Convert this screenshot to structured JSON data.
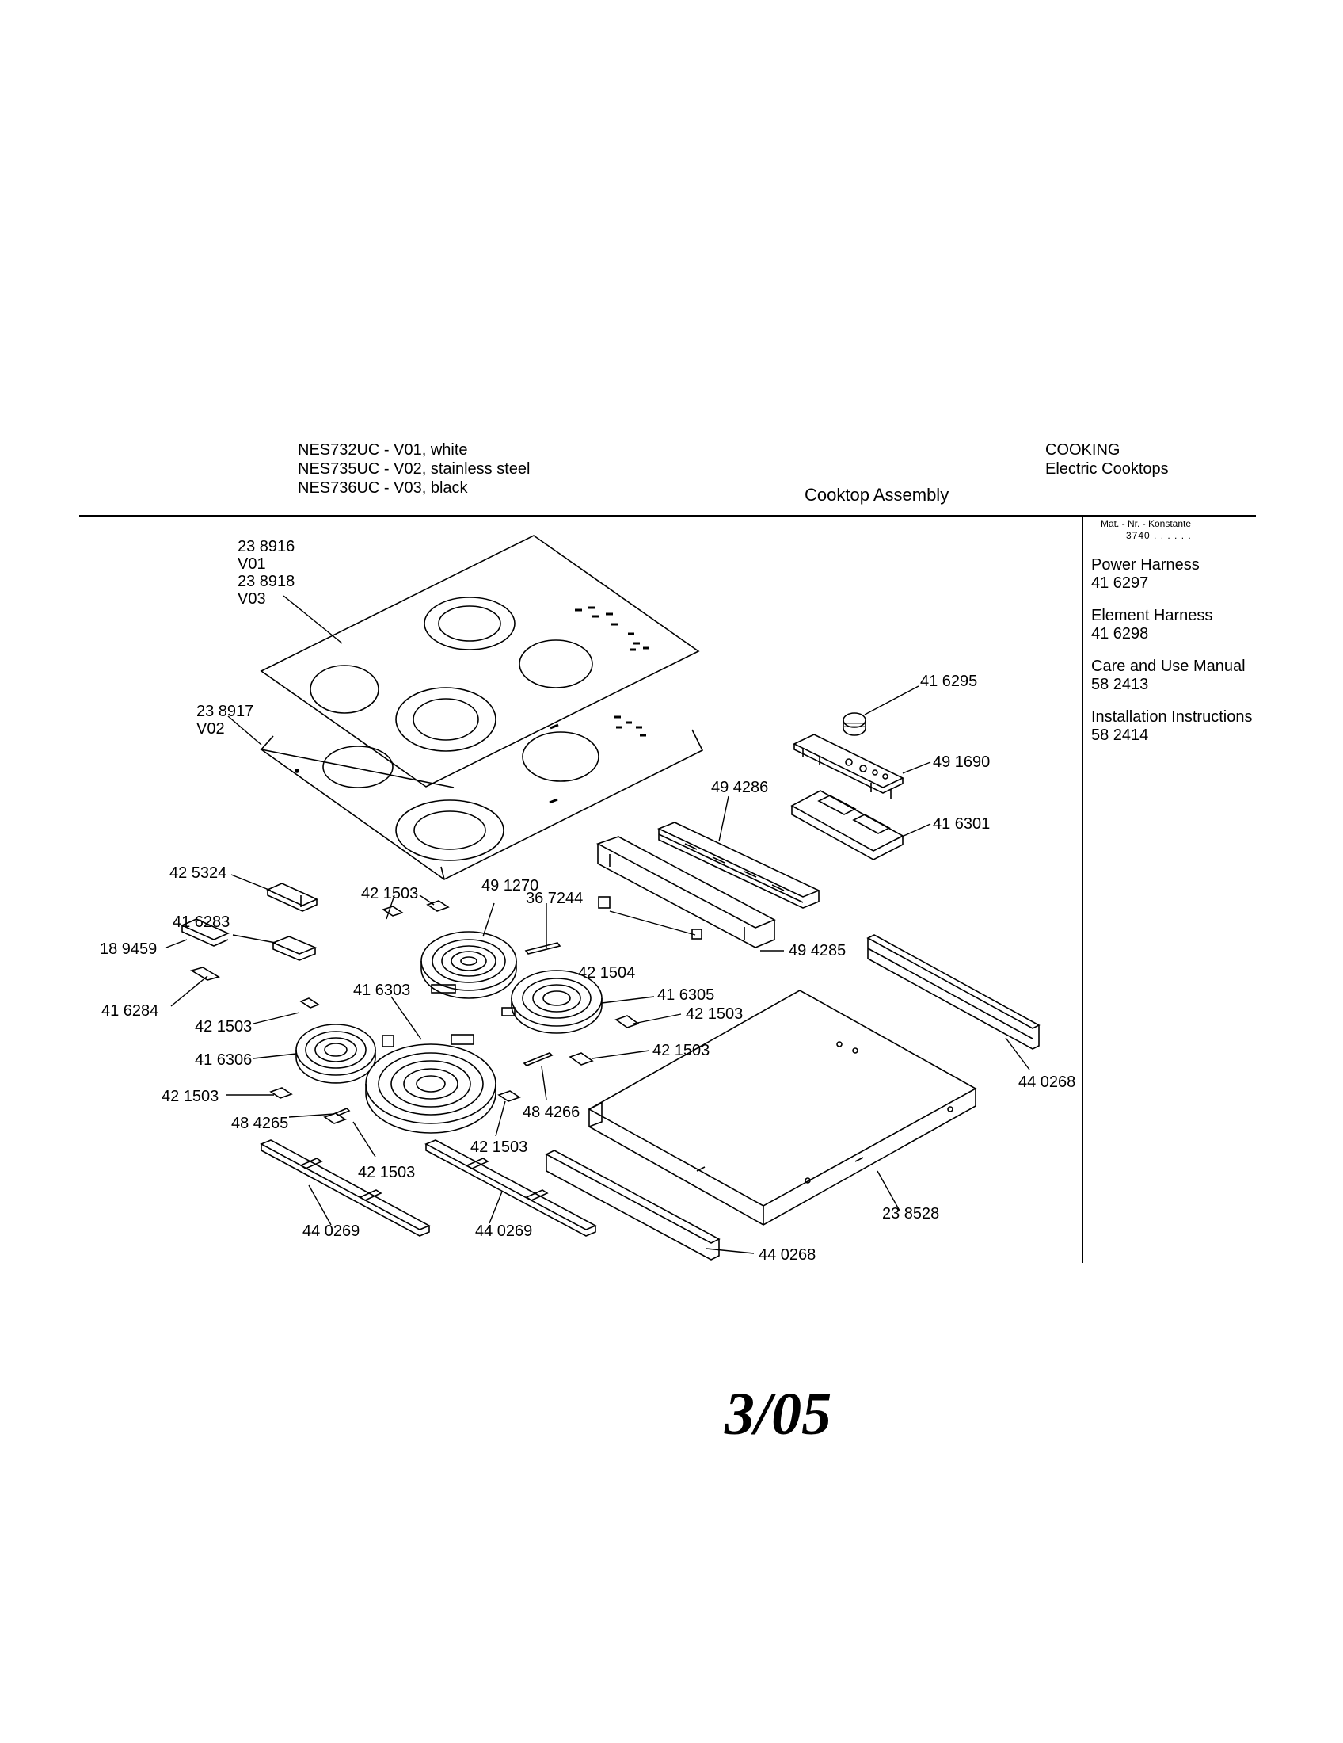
{
  "header": {
    "models": [
      "NES732UC - V01, white",
      "NES735UC - V02, stainless steel",
      "NES736UC - V03, black"
    ],
    "category": "COOKING",
    "subcategory": "Electric Cooktops",
    "title": "Cooktop Assembly"
  },
  "sidebar": {
    "mat_nr_label": "Mat. - Nr. - Konstante",
    "mat_nr_value": "3740 . . . . . .",
    "items": [
      {
        "label": "Power Harness",
        "number": "41 6297"
      },
      {
        "label": "Element Harness",
        "number": "41 6298"
      },
      {
        "label": "Care and Use Manual",
        "number": "58 2413"
      },
      {
        "label": "Installation Instructions",
        "number": "58 2414"
      }
    ]
  },
  "callouts": {
    "glass_top_v01_part": "23 8916",
    "glass_top_v01_variant": "V01",
    "glass_top_v03_part": "23 8918",
    "glass_top_v03_variant": "V03",
    "glass_top_v02_part": "23 8917",
    "glass_top_v02_variant": "V02",
    "knob": "41 6295",
    "control_board": "49 1690",
    "rear_rail": "49 4286",
    "board_bracket": "41 6301",
    "bracket_top": "42 5324",
    "bracket_mid": "41 6283",
    "clip_left": "18 9459",
    "connector_left": "41 6284",
    "clip_a": "42 1503",
    "element_rear_left": "49 1270",
    "sensor": "36 7244",
    "switch": "42 1504",
    "rear_panel": "49 4285",
    "element_large": "41 6303",
    "element_rear_right": "41 6305",
    "clip_b": "42 1503",
    "clip_c": "42 1503",
    "clip_d": "42 1503",
    "element_small": "41 6306",
    "clip_e": "42 1503",
    "support_bar_right": "48 4266",
    "support_bar_left": "48 4265",
    "clip_f": "42 1503",
    "clip_g": "42 1503",
    "side_rail_right": "44 0268",
    "tray": "23 8528",
    "front_rail_1": "44 0269",
    "front_rail_2": "44 0269",
    "side_rail_front": "44 0268"
  },
  "footer": {
    "stamp": "3/05"
  }
}
